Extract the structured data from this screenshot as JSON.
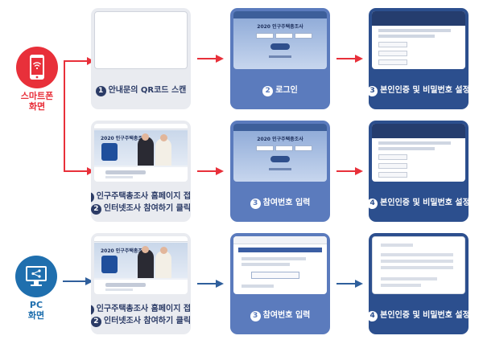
{
  "devices": {
    "smartphone_label_line1": "스마트폰",
    "smartphone_label_line2": "화면",
    "pc_label_line1": "PC",
    "pc_label_line2": "화면"
  },
  "rows": [
    {
      "cards": [
        {
          "lines": [
            {
              "num": "1",
              "text": "안내문의 QR코드 스캔"
            }
          ]
        },
        {
          "lines": [
            {
              "num": "2",
              "text": "로그인"
            }
          ]
        },
        {
          "lines": [
            {
              "num": "3",
              "text": "본인인증 및 비밀번호 설정"
            }
          ]
        }
      ]
    },
    {
      "cards": [
        {
          "lines": [
            {
              "num": "1",
              "text": "인구주택총조사 홈페이지 접속"
            },
            {
              "num": "2",
              "text": "인터넷조사 참여하기 클릭"
            }
          ]
        },
        {
          "lines": [
            {
              "num": "3",
              "text": "참여번호 입력"
            }
          ]
        },
        {
          "lines": [
            {
              "num": "4",
              "text": "본인인증 및 비밀번호 설정"
            }
          ]
        }
      ]
    },
    {
      "cards": [
        {
          "lines": [
            {
              "num": "1",
              "text": "인구주택총조사 홈페이지 접속"
            },
            {
              "num": "2",
              "text": "인터넷조사 참여하기 클릭"
            }
          ]
        },
        {
          "lines": [
            {
              "num": "3",
              "text": "참여번호 입력"
            }
          ]
        },
        {
          "lines": [
            {
              "num": "4",
              "text": "본인인증 및 비밀번호 설정"
            }
          ]
        }
      ]
    }
  ],
  "mock": {
    "census_title": "2020 인구주택총조사"
  },
  "colors": {
    "phone": "#e8303a",
    "pc": "#1f6fae",
    "arrow_red": "#e8303a",
    "arrow_blue": "#2f5f9c"
  }
}
